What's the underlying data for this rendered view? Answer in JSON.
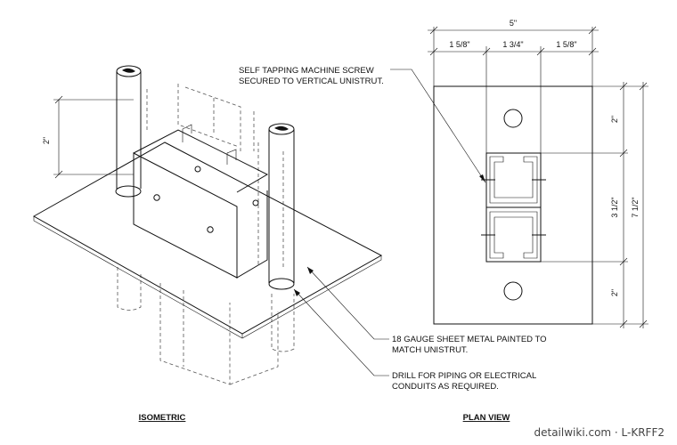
{
  "views": {
    "isometric_title": "ISOMETRIC",
    "plan_title": "PLAN VIEW"
  },
  "notes": {
    "screw": [
      "SELF TAPPING MACHINE SCREW",
      "SECURED TO VERTICAL UNISTRUT."
    ],
    "sheet": [
      "18 GAUGE SHEET METAL PAINTED TO",
      "MATCH UNISTRUT."
    ],
    "drill": [
      "DRILL FOR PIPING OR ELECTRICAL",
      "CONDUITS AS REQUIRED."
    ]
  },
  "dimensions": {
    "iso_height": "2\"",
    "overall_width": "5\"",
    "width_left": "1 5/8\"",
    "width_mid": "1 3/4\"",
    "width_right": "1 5/8\"",
    "side_top": "2\"",
    "side_mid": "3 1/2\"",
    "side_bottom": "2\"",
    "overall_length": "7 1/2\""
  },
  "watermark": "detailwiki.com · L-KRFF2"
}
